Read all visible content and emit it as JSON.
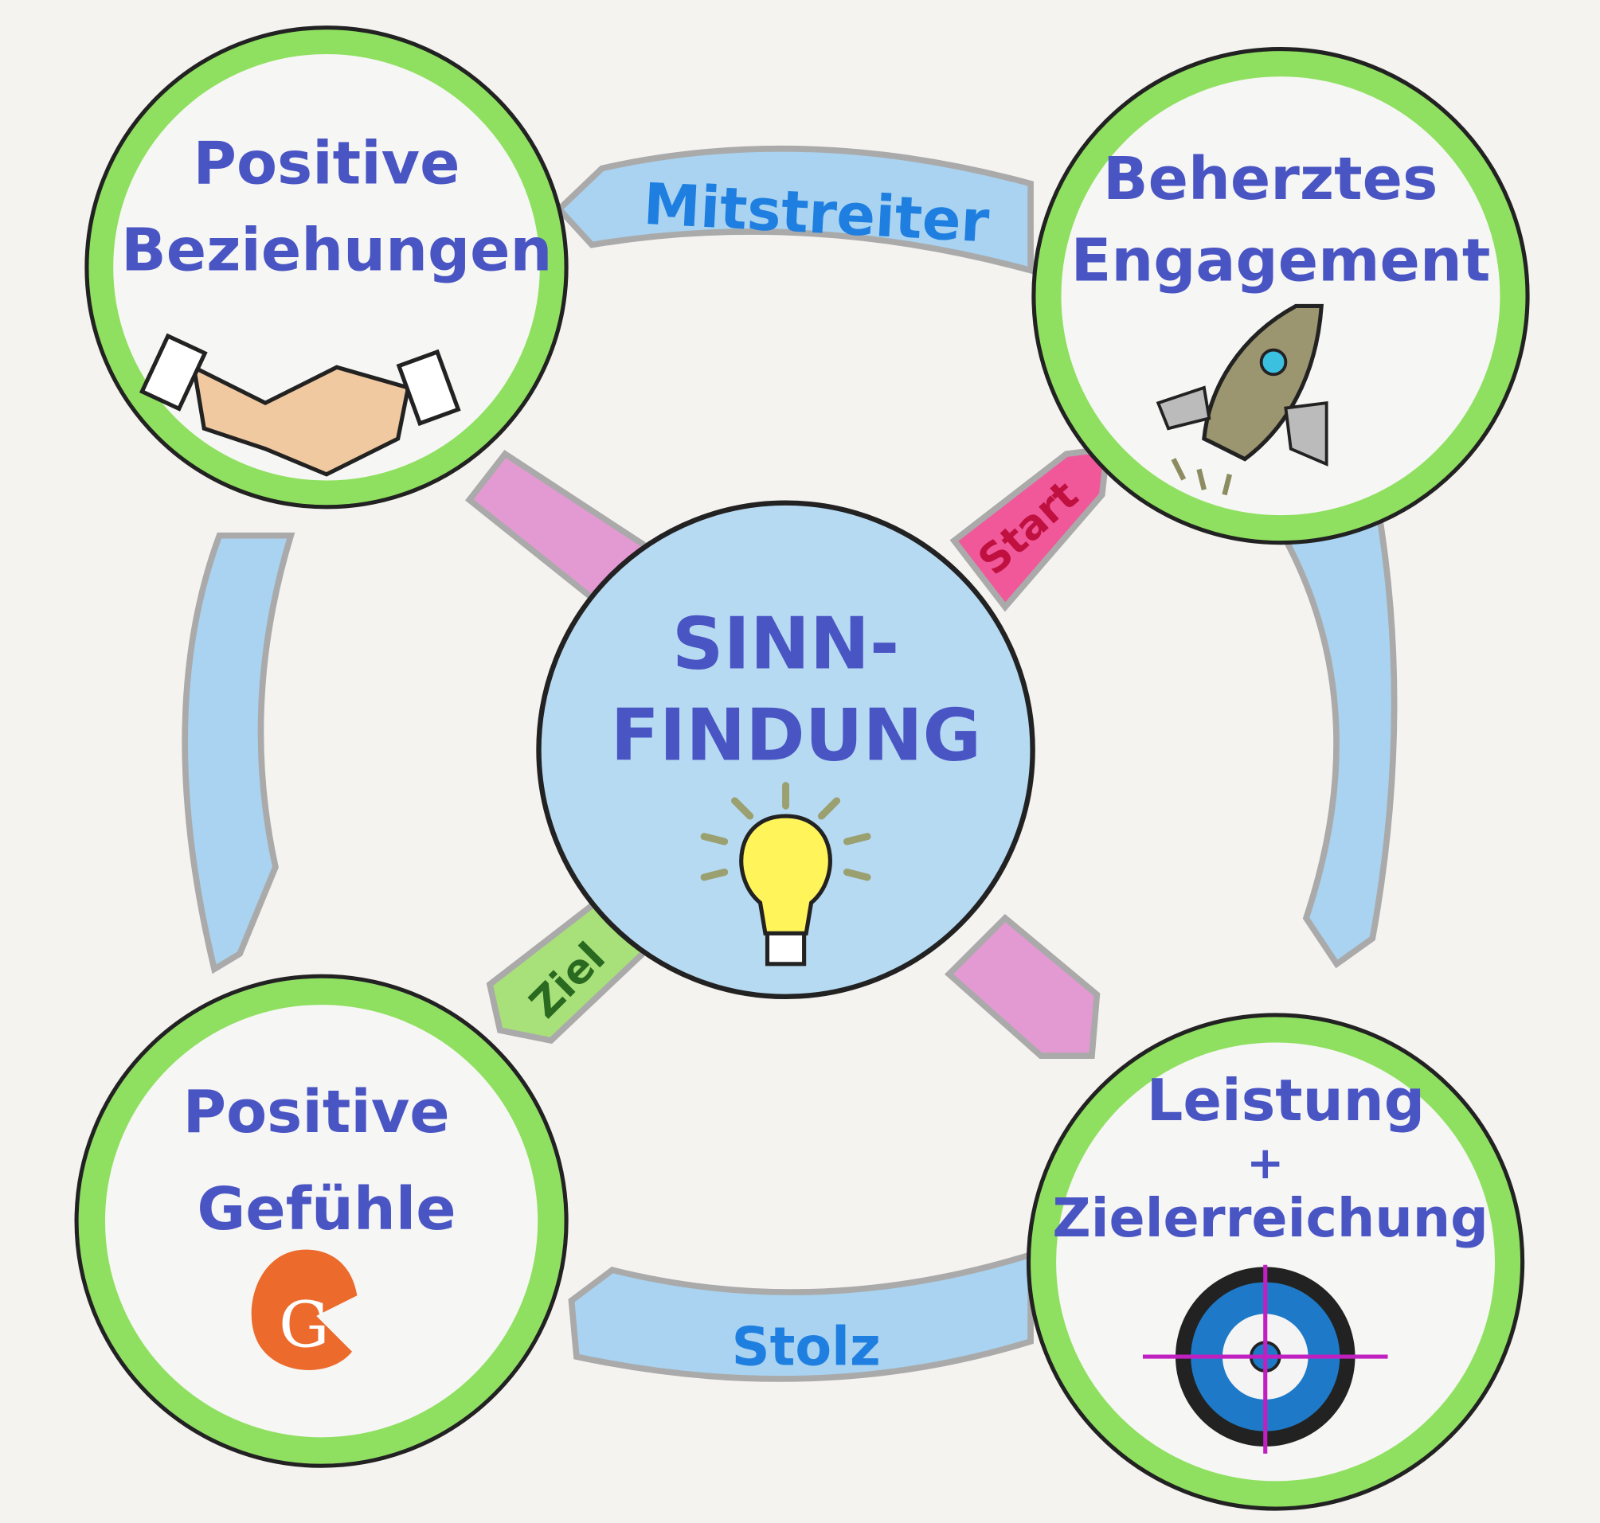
{
  "center": {
    "line1": "SINN-",
    "line2": "FINDUNG",
    "icon": "lightbulb-icon"
  },
  "nodes": [
    {
      "line1": "Positive",
      "line2": "Beziehungen",
      "icon": "handshake-icon"
    },
    {
      "line1": "Beherztes",
      "line2": "Engagement",
      "icon": "rocket-icon"
    },
    {
      "line1": "Positive",
      "line2": "Gefühle",
      "icon": "g-logo-icon",
      "icon_letter": "G"
    },
    {
      "line1": "Leistung",
      "line_plus": "+",
      "line2": "Zielerreichung",
      "icon": "target-icon"
    }
  ],
  "arrows": {
    "top": "Mitstreiter",
    "bottom": "Stolz"
  },
  "spokes": {
    "start": "Start",
    "ziel": "Ziel"
  },
  "colors": {
    "ring": "#8fe060",
    "arrow": "#a9d3f0",
    "text": "#4a55c4",
    "start": "#f0589a",
    "ziel": "#a8e07a",
    "pink": "#e39ad2",
    "center_fill": "#b7daf3"
  }
}
